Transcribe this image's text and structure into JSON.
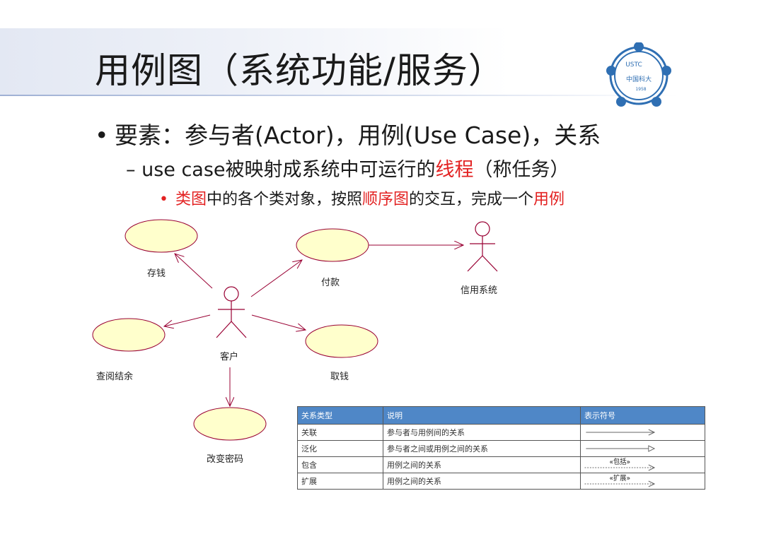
{
  "slide": {
    "title": "用例图（系统功能/服务）",
    "bullet1": {
      "marker": "•",
      "text": "要素：参与者(Actor)，用例(Use Case)，关系"
    },
    "bullet2": {
      "marker": "–",
      "pre": "use case被映射成系统中可运行的",
      "highlight": "线程",
      "post": "（称任务）"
    },
    "bullet3": {
      "marker": "•",
      "seg1_red": "类图",
      "seg2": "中的各个类对象，按照",
      "seg3_red": "顺序图",
      "seg4": "的交互，完成一个",
      "seg5_red": "用例"
    },
    "logo": {
      "top_text": "USTC",
      "mid_text": "中国科大",
      "year": "1958",
      "color": "#2f6fb3"
    }
  },
  "diagram": {
    "actors": {
      "customer": "客户",
      "credit_system": "信用系统"
    },
    "use_cases": {
      "deposit": "存钱",
      "pay": "付款",
      "balance": "查阅结余",
      "withdraw": "取钱",
      "change_password": "改变密码"
    },
    "colors": {
      "ellipse_fill": "#ffffcc",
      "line": "#990033"
    }
  },
  "relation_table": {
    "headers": [
      "关系类型",
      "说明",
      "表示符号"
    ],
    "rows": [
      {
        "type": "关联",
        "desc": "参与者与用例间的关系",
        "symbol_label": ""
      },
      {
        "type": "泛化",
        "desc": "参与者之间或用例之间的关系",
        "symbol_label": ""
      },
      {
        "type": "包含",
        "desc": "用例之间的关系",
        "symbol_label": "«包括»"
      },
      {
        "type": "扩展",
        "desc": "用例之间的关系",
        "symbol_label": "«扩展»"
      }
    ],
    "header_color": "#4f87c7"
  }
}
